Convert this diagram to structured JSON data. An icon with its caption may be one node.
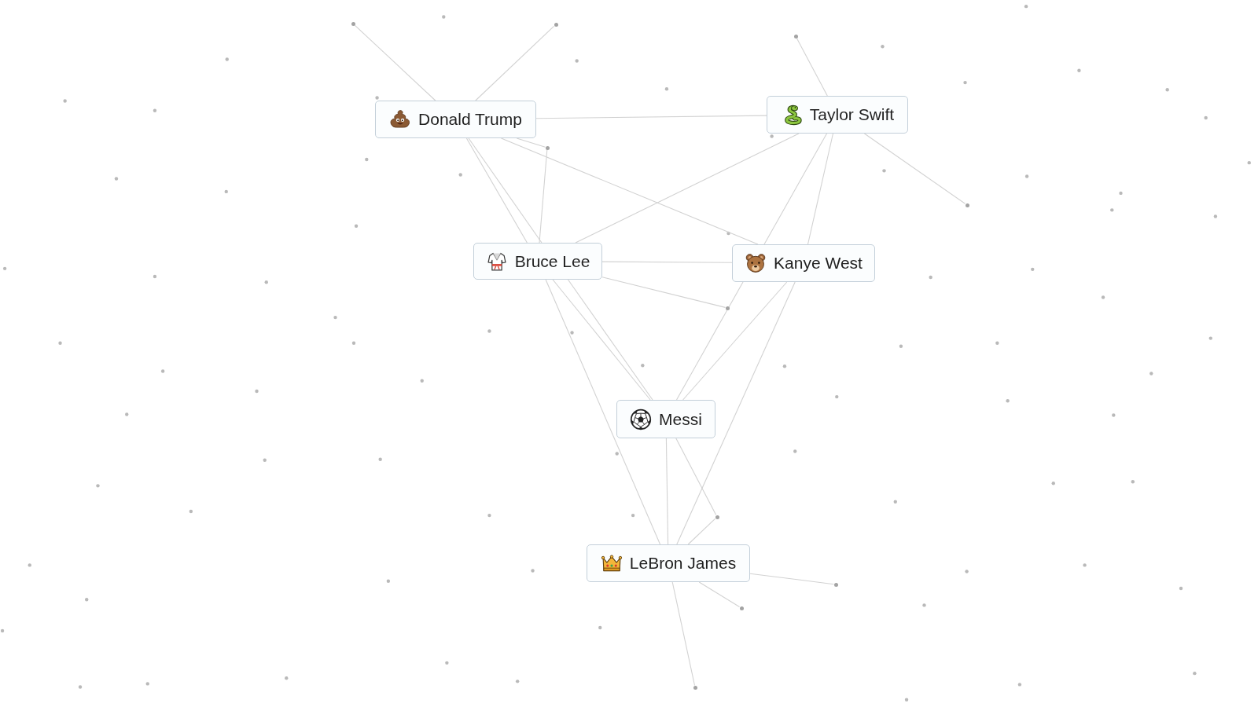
{
  "diagram": {
    "nodes": [
      {
        "text": [],
        "shape": "circle"
      },
      {
        "text": [],
        "shape": "circle"
      },
      {
        "text": [],
        "shape": "circle"
      },
      {
        "text": [
          "Donald Trump"
        ]
      },
      {
        "text": [
          "Taylor Swift"
        ]
      },
      {
        "text": [],
        "shape": "circle"
      },
      {
        "text": [],
        "shape": "circle"
      },
      {
        "text": [
          "Bruce Lee"
        ]
      },
      {
        "text": [
          "Kanye West"
        ]
      },
      {
        "text": [],
        "shape": "circle"
      },
      {
        "text": [
          "Messi"
        ]
      },
      {
        "text": [],
        "shape": "circle"
      },
      {
        "text": [
          "LeBron James"
        ]
      },
      {
        "text": [],
        "shape": "circle"
      },
      {
        "text": [],
        "shape": "circle"
      },
      {
        "text": [],
        "shape": "circle"
      }
    ],
    "edges": [
      {
        "from": 3,
        "to": 0,
        "arrow": "none"
      },
      {
        "from": 3,
        "to": 1,
        "arrow": "none"
      },
      {
        "from": 3,
        "to": 4,
        "arrow": "none"
      },
      {
        "from": 3,
        "to": 7,
        "arrow": "none"
      },
      {
        "from": 3,
        "to": 7,
        "arrow": "none"
      },
      {
        "from": 3,
        "to": 8,
        "arrow": "none"
      },
      {
        "from": 3,
        "to": 5,
        "arrow": "none"
      },
      {
        "from": 4,
        "to": 2,
        "arrow": "none"
      },
      {
        "from": 4,
        "to": 6,
        "arrow": "none"
      },
      {
        "from": 4,
        "to": 8,
        "arrow": "none"
      },
      {
        "from": 4,
        "to": 8,
        "arrow": "none"
      },
      {
        "from": 4,
        "to": 7,
        "arrow": "none"
      },
      {
        "from": 7,
        "to": 5,
        "arrow": "none"
      },
      {
        "from": 7,
        "to": 8,
        "arrow": "none"
      },
      {
        "from": 7,
        "to": 9,
        "arrow": "none"
      },
      {
        "from": 7,
        "to": 10,
        "arrow": "none"
      },
      {
        "from": 7,
        "to": 10,
        "arrow": "none"
      },
      {
        "from": 7,
        "to": 12,
        "arrow": "none"
      },
      {
        "from": 8,
        "to": 10,
        "arrow": "none"
      },
      {
        "from": 8,
        "to": 10,
        "arrow": "none"
      },
      {
        "from": 8,
        "to": 12,
        "arrow": "none"
      },
      {
        "from": 10,
        "to": 12,
        "arrow": "none"
      },
      {
        "from": 10,
        "to": 11,
        "arrow": "none"
      },
      {
        "from": 12,
        "to": 11,
        "arrow": "none"
      },
      {
        "from": 12,
        "to": 13,
        "arrow": "none"
      },
      {
        "from": 12,
        "to": 14,
        "arrow": "none"
      },
      {
        "from": 12,
        "to": 15,
        "arrow": "none"
      }
    ]
  }
}
